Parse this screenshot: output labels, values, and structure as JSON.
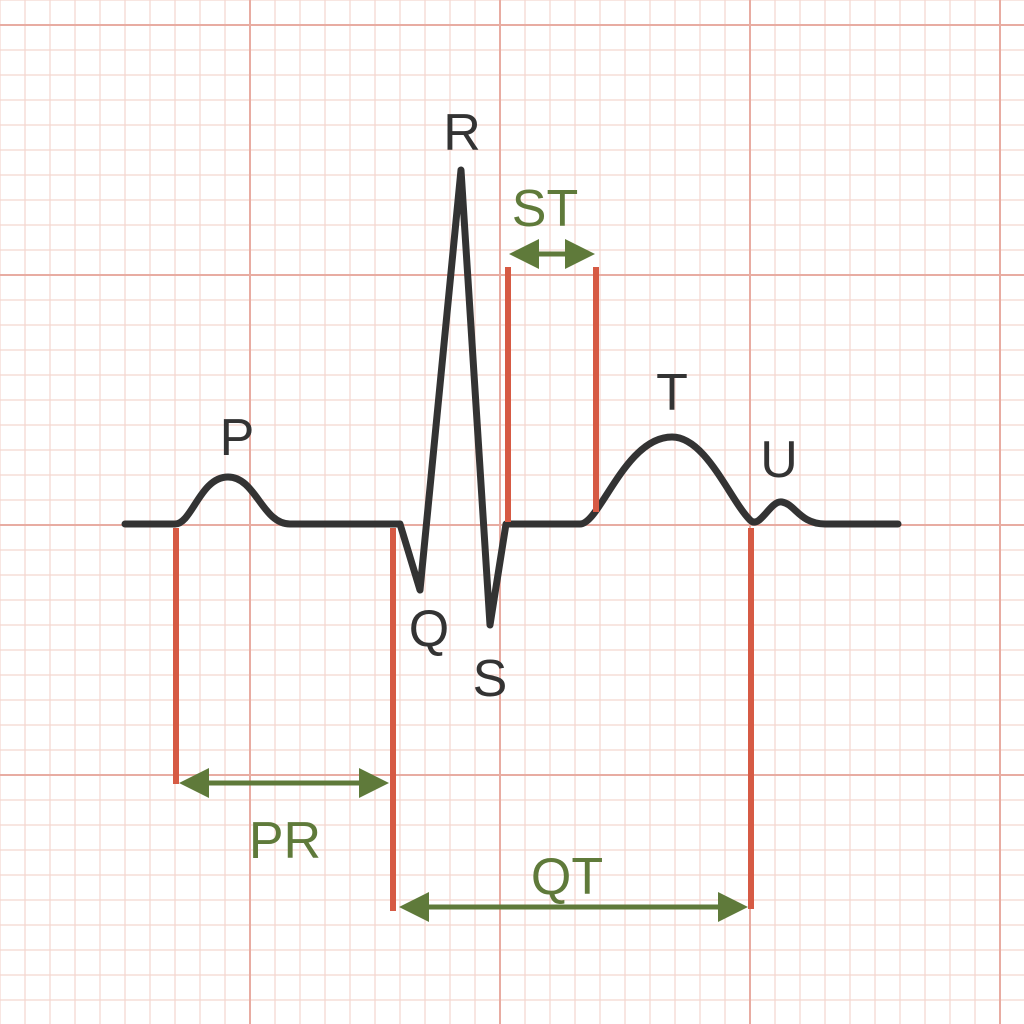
{
  "title": "ECG waveform intervals",
  "waves": {
    "p": "P",
    "q": "Q",
    "r": "R",
    "s": "S",
    "t": "T",
    "u": "U"
  },
  "intervals": {
    "st": "ST",
    "pr": "PR",
    "qt": "QT"
  },
  "colors": {
    "trace": "#333333",
    "marker": "#d65a44",
    "arrow": "#5f7a3a",
    "grid_minor": "#f4d6cf",
    "grid_major": "#e8aca2"
  }
}
